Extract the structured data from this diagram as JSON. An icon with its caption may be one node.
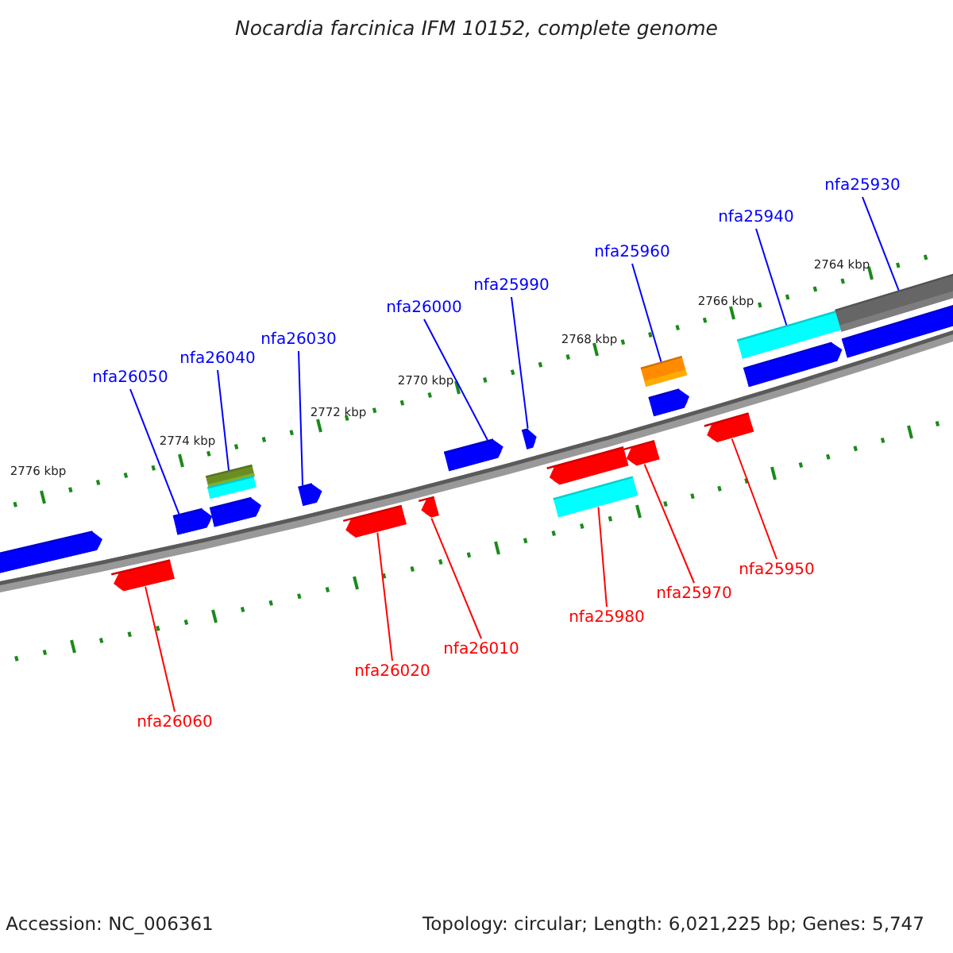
{
  "diagram": {
    "title": "Nocardia farcinica IFM 10152, complete genome",
    "nodes": [
      {
        "text": [],
        "shape": "arrow"
      },
      {
        "text": [],
        "shape": "arrow"
      },
      {
        "text": [],
        "shape": "arrow"
      },
      {
        "text": [],
        "shape": "bar"
      },
      {
        "text": [],
        "shape": "bar"
      },
      {
        "text": [],
        "shape": "arrow"
      },
      {
        "text": [],
        "shape": "arrow"
      },
      {
        "text": [],
        "shape": "arrow"
      },
      {
        "text": [],
        "shape": "arrow"
      },
      {
        "text": [],
        "shape": "arrow"
      },
      {
        "text": [],
        "shape": "arrow"
      },
      {
        "text": [],
        "shape": "arrow"
      },
      {
        "text": [],
        "shape": "bar"
      },
      {
        "text": [],
        "shape": "arrow"
      },
      {
        "text": [],
        "shape": "bar"
      },
      {
        "text": [],
        "shape": "arrow"
      },
      {
        "text": [],
        "shape": "arrow"
      },
      {
        "text": [],
        "shape": "bar"
      },
      {
        "text": [],
        "shape": "arrow"
      },
      {
        "text": [],
        "shape": "bar"
      },
      {
        "text": [],
        "shape": "arrow"
      },
      {
        "text": [
          "nfa25930"
        ]
      },
      {
        "text": [
          "nfa25940"
        ]
      },
      {
        "text": [
          "nfa25960"
        ]
      },
      {
        "text": [
          "nfa25990"
        ]
      },
      {
        "text": [
          "nfa26000"
        ]
      },
      {
        "text": [
          "nfa26030"
        ]
      },
      {
        "text": [
          "nfa26040"
        ]
      },
      {
        "text": [
          "nfa26050"
        ]
      },
      {
        "text": [
          "nfa25950"
        ]
      },
      {
        "text": [
          "nfa25970"
        ]
      },
      {
        "text": [
          "nfa25980"
        ]
      },
      {
        "text": [
          "nfa26010"
        ]
      },
      {
        "text": [
          "nfa26020"
        ]
      },
      {
        "text": [
          "nfa26060"
        ]
      }
    ],
    "edges": [
      {
        "from": 21,
        "to": 19,
        "arrow": "none"
      },
      {
        "from": 22,
        "to": 17,
        "arrow": "none"
      },
      {
        "from": 23,
        "to": 14,
        "arrow": "none"
      },
      {
        "from": 24,
        "to": 10,
        "arrow": "none"
      },
      {
        "from": 25,
        "to": 9,
        "arrow": "none"
      },
      {
        "from": 26,
        "to": 6,
        "arrow": "none"
      },
      {
        "from": 27,
        "to": 3,
        "arrow": "none"
      },
      {
        "from": 28,
        "to": 2,
        "arrow": "none"
      },
      {
        "from": 29,
        "to": 16,
        "arrow": "none",
        "color": "#ff0000"
      },
      {
        "from": 30,
        "to": 13,
        "arrow": "none",
        "color": "#ff0000"
      },
      {
        "from": 31,
        "to": 12,
        "arrow": "none",
        "color": "#ff0000"
      },
      {
        "from": 32,
        "to": 8,
        "arrow": "none",
        "color": "#ff0000"
      },
      {
        "from": 33,
        "to": 7,
        "arrow": "none",
        "color": "#ff0000"
      },
      {
        "from": 34,
        "to": 1,
        "arrow": "none",
        "color": "#ff0000"
      }
    ],
    "labels": [
      "2764 kbp",
      "2766 kbp",
      "2768 kbp",
      "2770 kbp",
      "2772 kbp",
      "2774 kbp",
      "2776 kbp",
      "Accession: NC_006361",
      "Topology: circular; Length: 6,021,225 bp; Genes: 5,747"
    ]
  }
}
